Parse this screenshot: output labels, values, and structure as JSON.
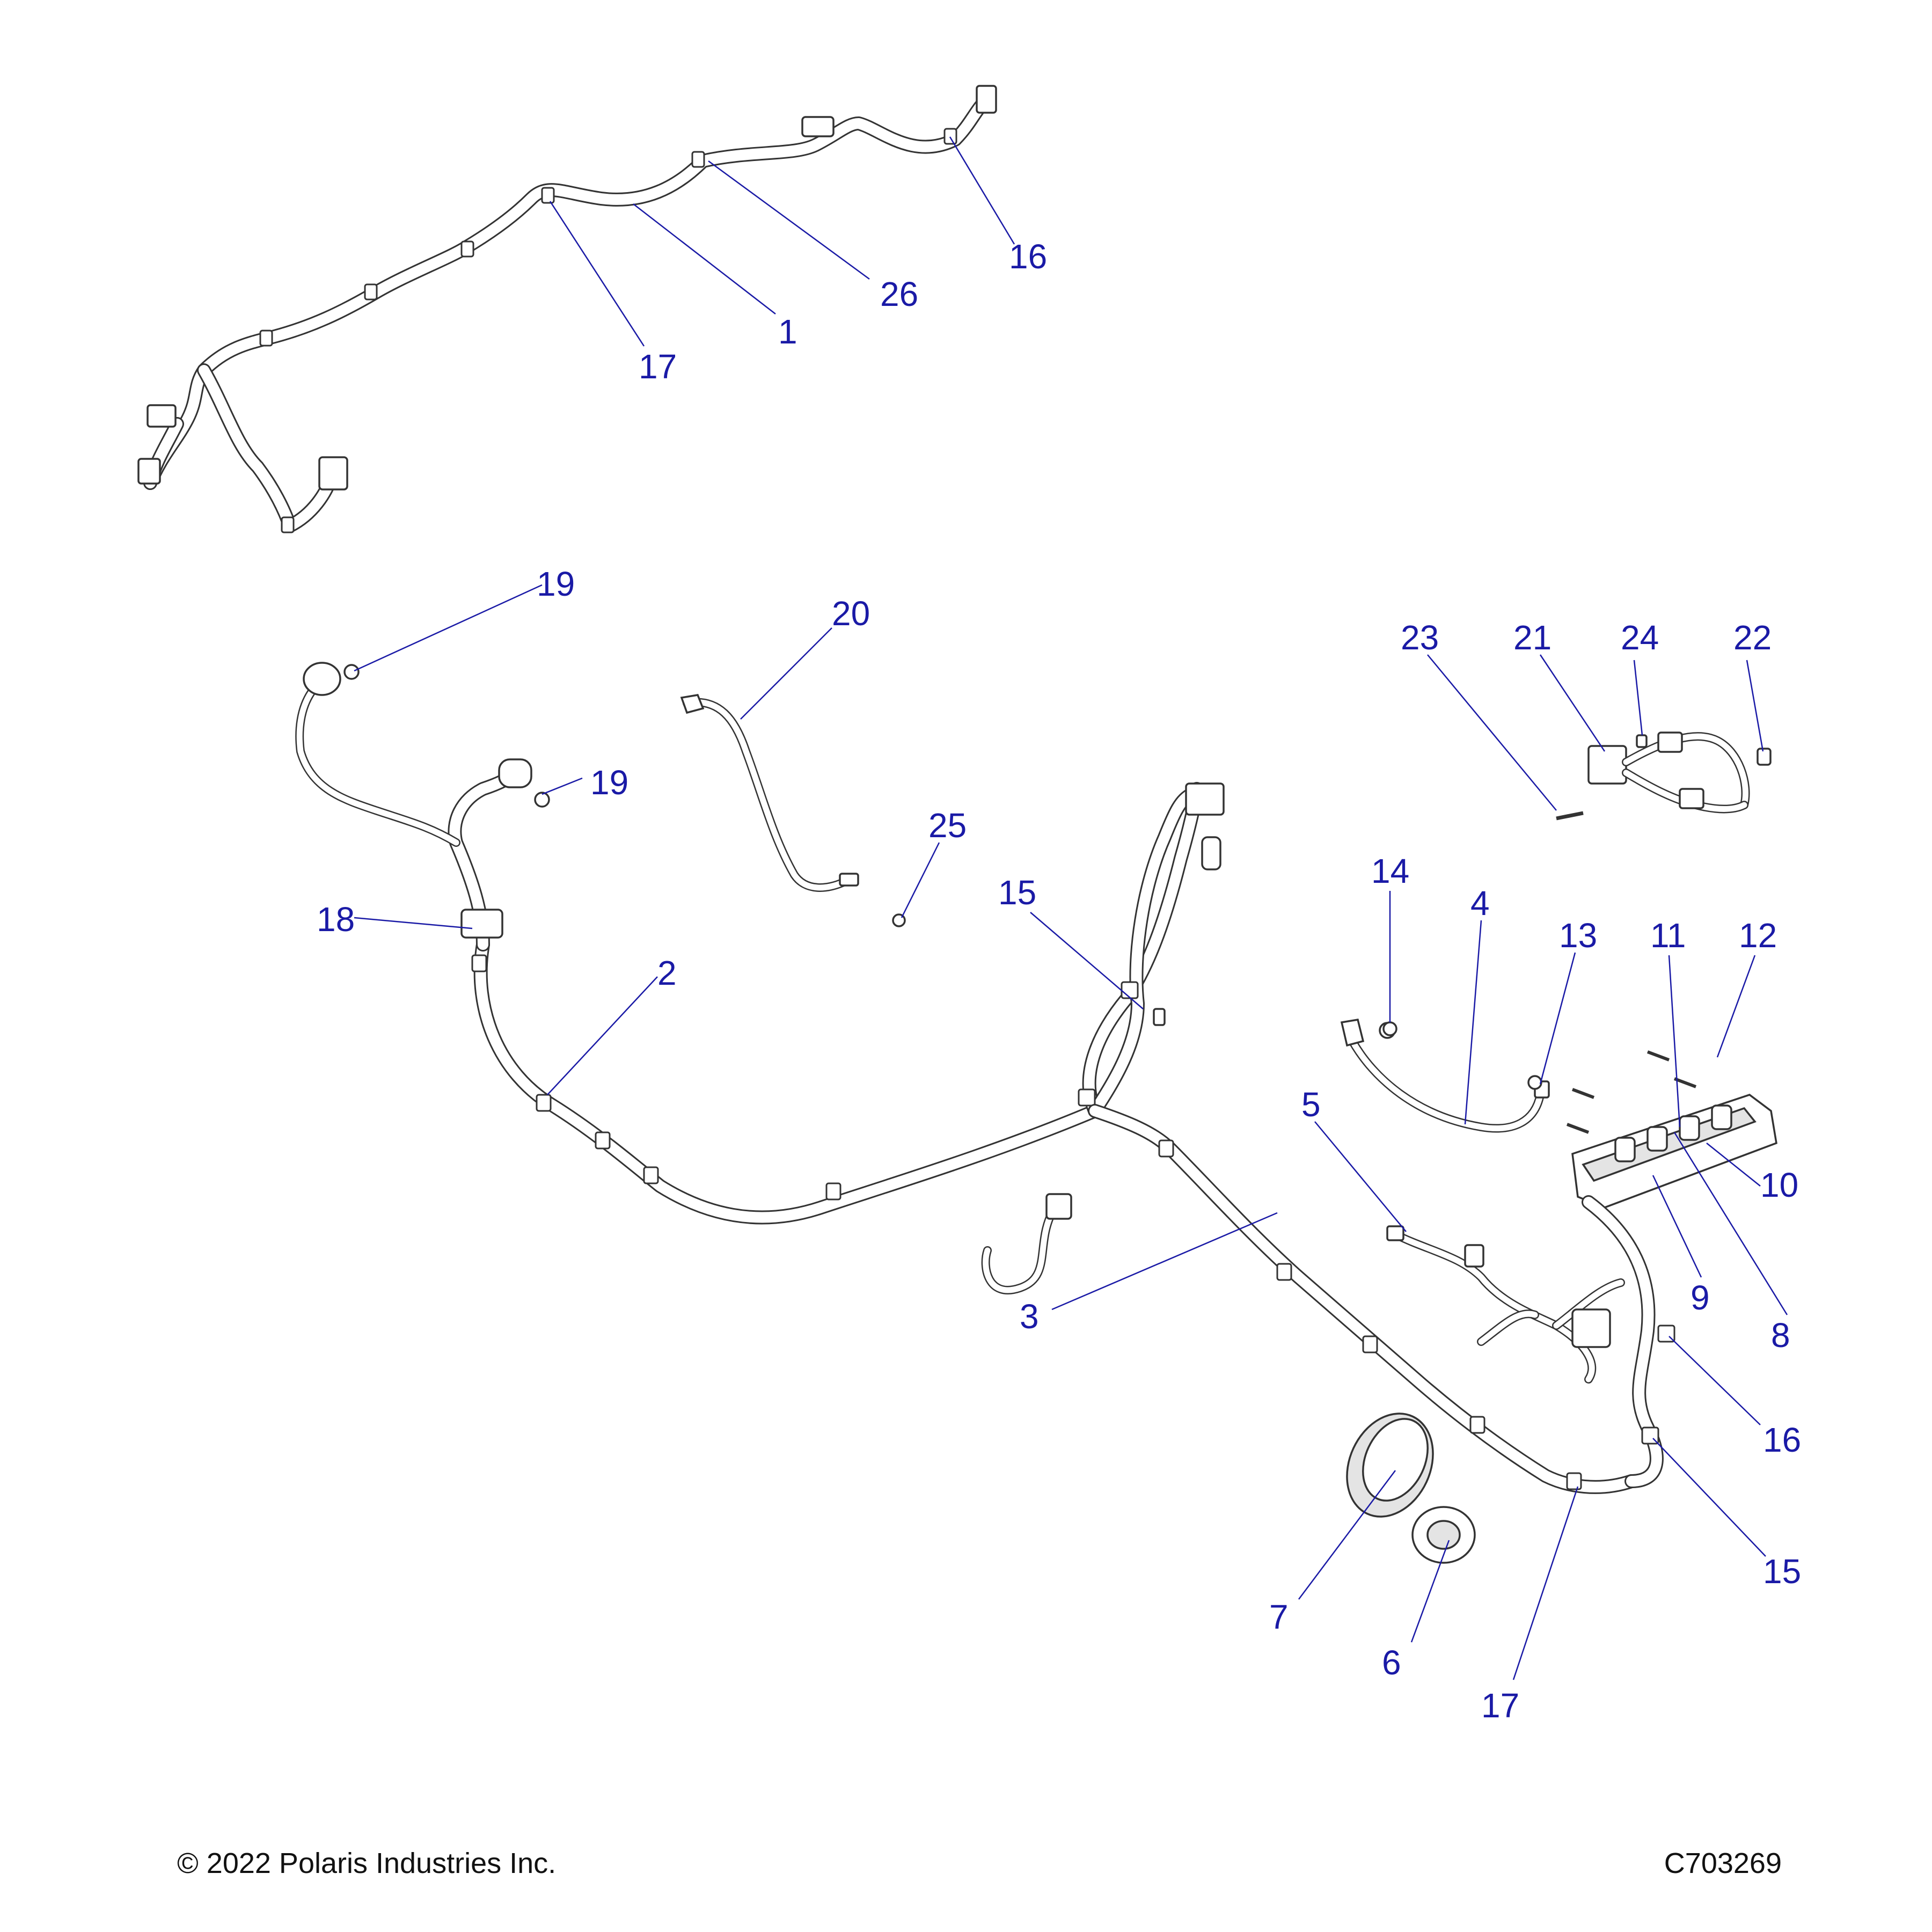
{
  "footer": {
    "copyright": "© 2022 Polaris Industries Inc.",
    "diagram_id": "C703269"
  },
  "callouts": [
    {
      "key": "c1",
      "label": "1"
    },
    {
      "key": "c16a",
      "label": "16"
    },
    {
      "key": "c26",
      "label": "26"
    },
    {
      "key": "c17a",
      "label": "17"
    },
    {
      "key": "c19a",
      "label": "19"
    },
    {
      "key": "c20",
      "label": "20"
    },
    {
      "key": "c19b",
      "label": "19"
    },
    {
      "key": "c25",
      "label": "25"
    },
    {
      "key": "c18",
      "label": "18"
    },
    {
      "key": "c2",
      "label": "2"
    },
    {
      "key": "c15a",
      "label": "15"
    },
    {
      "key": "c23",
      "label": "23"
    },
    {
      "key": "c21",
      "label": "21"
    },
    {
      "key": "c24",
      "label": "24"
    },
    {
      "key": "c22",
      "label": "22"
    },
    {
      "key": "c14",
      "label": "14"
    },
    {
      "key": "c4",
      "label": "4"
    },
    {
      "key": "c13",
      "label": "13"
    },
    {
      "key": "c11",
      "label": "11"
    },
    {
      "key": "c12",
      "label": "12"
    },
    {
      "key": "c5",
      "label": "5"
    },
    {
      "key": "c10",
      "label": "10"
    },
    {
      "key": "c3",
      "label": "3"
    },
    {
      "key": "c9",
      "label": "9"
    },
    {
      "key": "c8",
      "label": "8"
    },
    {
      "key": "c16b",
      "label": "16"
    },
    {
      "key": "c15b",
      "label": "15"
    },
    {
      "key": "c7",
      "label": "7"
    },
    {
      "key": "c6",
      "label": "6"
    },
    {
      "key": "c17b",
      "label": "17"
    }
  ]
}
